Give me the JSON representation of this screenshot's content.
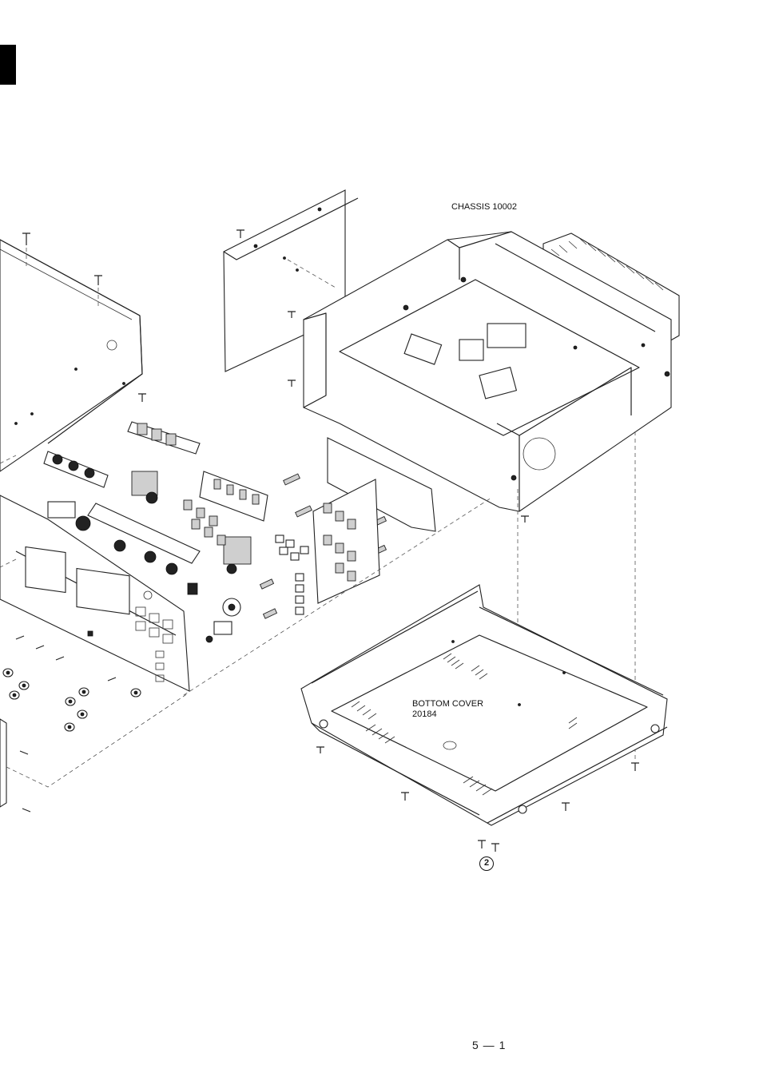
{
  "labels": {
    "chassis": "CHASSIS 10002",
    "bottom_cover_name": "BOTTOM COVER",
    "bottom_cover_code": "20184",
    "callout": "2",
    "page_number": "5 — 1"
  }
}
